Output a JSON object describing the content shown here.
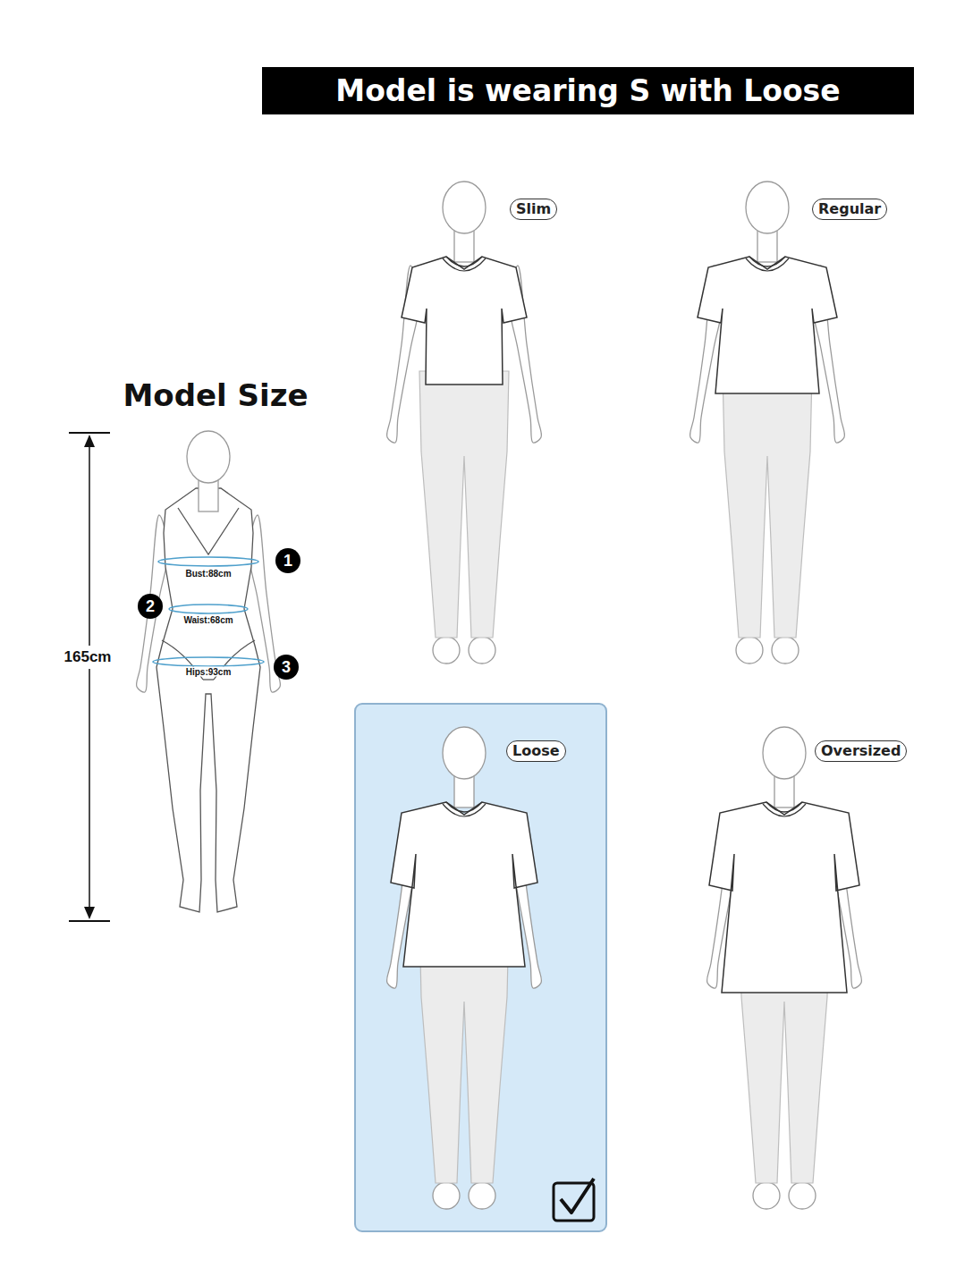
{
  "diagram": {
    "title": "Model is wearing S with Loose",
    "nodes": [
      {
        "text": [
          "Slim"
        ]
      },
      {
        "text": [
          "Regular"
        ]
      },
      {
        "text": [
          "Loose"
        ]
      },
      {
        "text": [
          "Oversized"
        ]
      }
    ],
    "labels": [
      "Model Size",
      "Bust:88cm",
      "Waist:68cm",
      "Hips:93cm",
      "1",
      "2",
      "3",
      "165cm"
    ]
  }
}
